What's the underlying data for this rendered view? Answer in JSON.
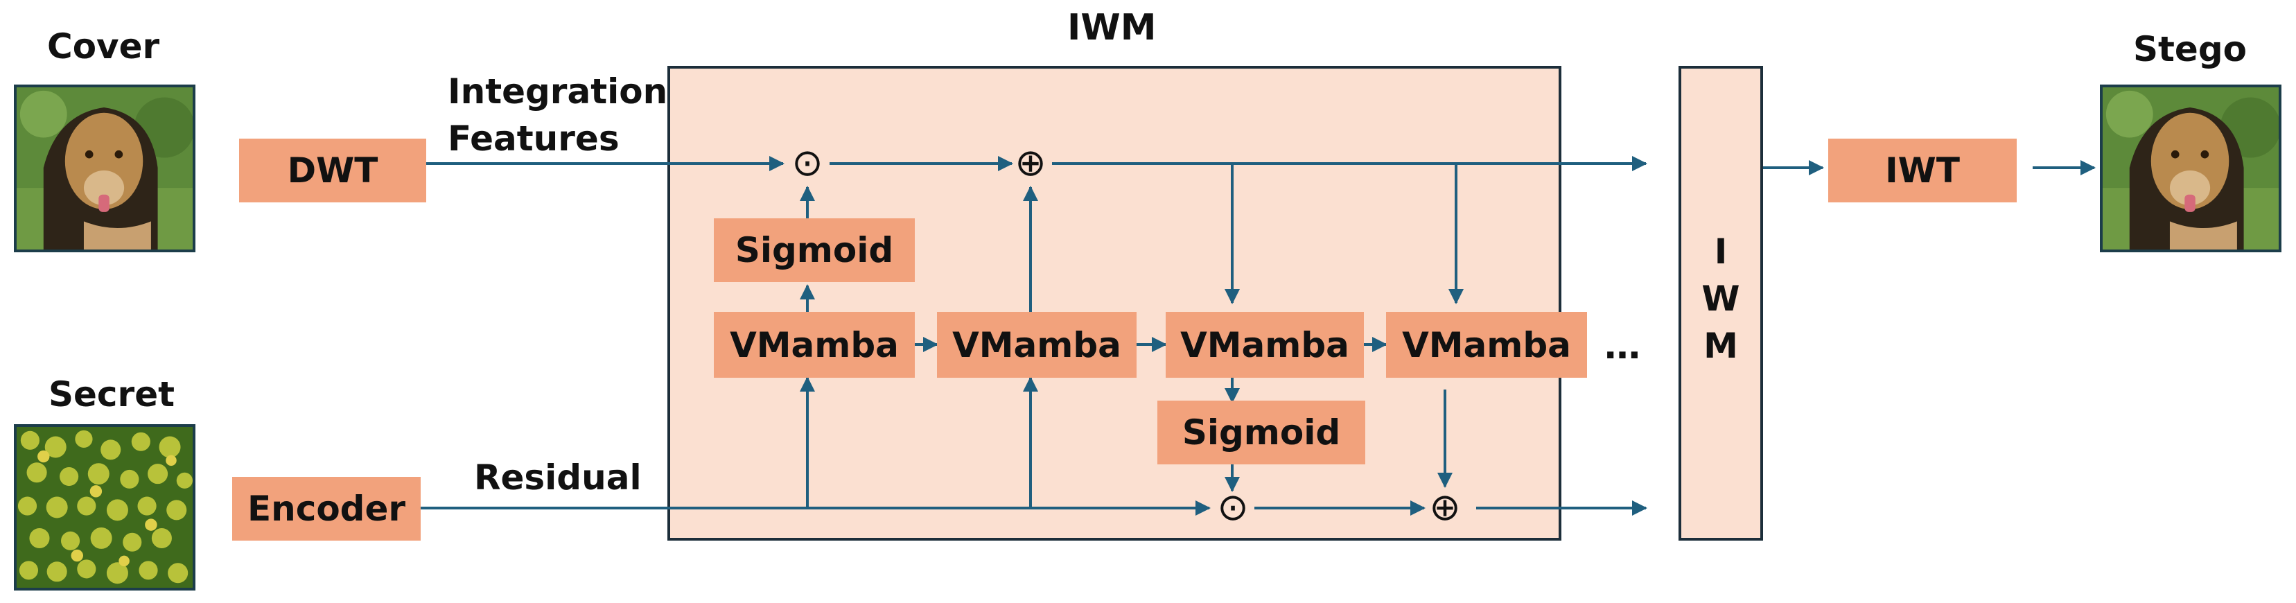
{
  "labels": {
    "cover": "Cover",
    "secret": "Secret",
    "stego": "Stego",
    "iwm_title": "IWM",
    "integration_line1": "Integration",
    "integration_line2": "Features",
    "residual": "Residual",
    "ellipsis": "…"
  },
  "boxes": {
    "dwt": "DWT",
    "encoder": "Encoder",
    "iwt": "IWT",
    "sigmoid_top": "Sigmoid",
    "sigmoid_bottom": "Sigmoid",
    "vmamba": [
      "VMamba",
      "VMamba",
      "VMamba",
      "VMamba"
    ]
  },
  "iwm_block": {
    "letters": [
      "I",
      "W",
      "M"
    ]
  },
  "operators": {
    "multiply": "⊙",
    "add": "⊕"
  },
  "colors": {
    "box_fill": "#f2a27c",
    "panel_fill": "#fbe0d1",
    "panel_border": "#1c2e3a",
    "arrow": "#1f5f7f"
  }
}
